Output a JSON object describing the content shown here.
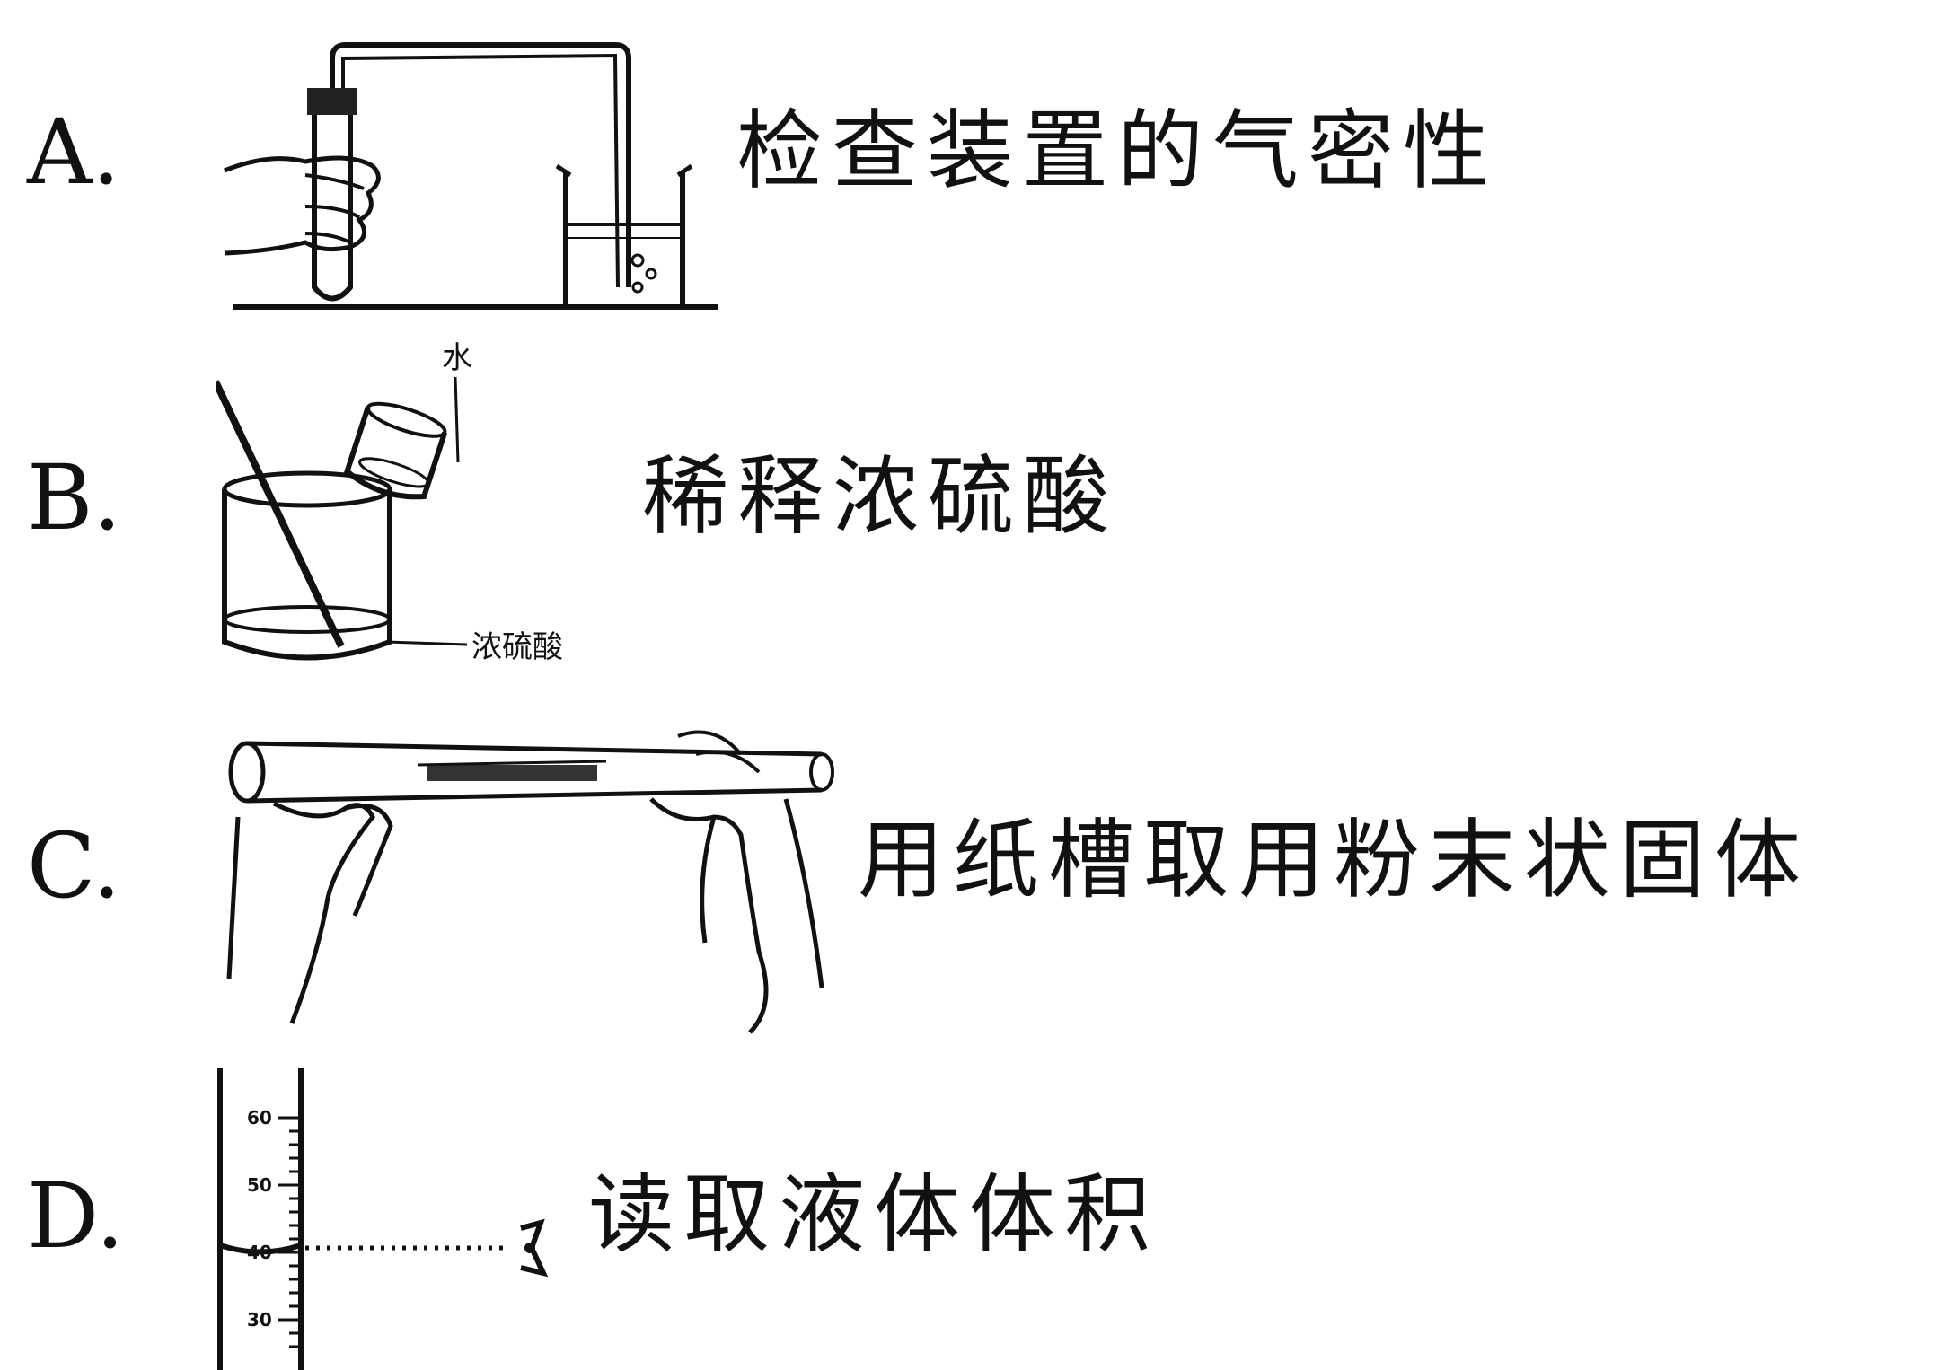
{
  "options": [
    {
      "letter": "A.",
      "caption": "检查装置的气密性"
    },
    {
      "letter": "B.",
      "caption": "稀释浓硫酸",
      "label_water": "水",
      "label_acid": "浓硫酸"
    },
    {
      "letter": "C.",
      "caption": "用纸槽取用粉末状固体"
    },
    {
      "letter": "D.",
      "caption": "读取液体体积",
      "scale_60": "60",
      "scale_50": "50",
      "scale_40": "40",
      "scale_30": "30"
    }
  ]
}
